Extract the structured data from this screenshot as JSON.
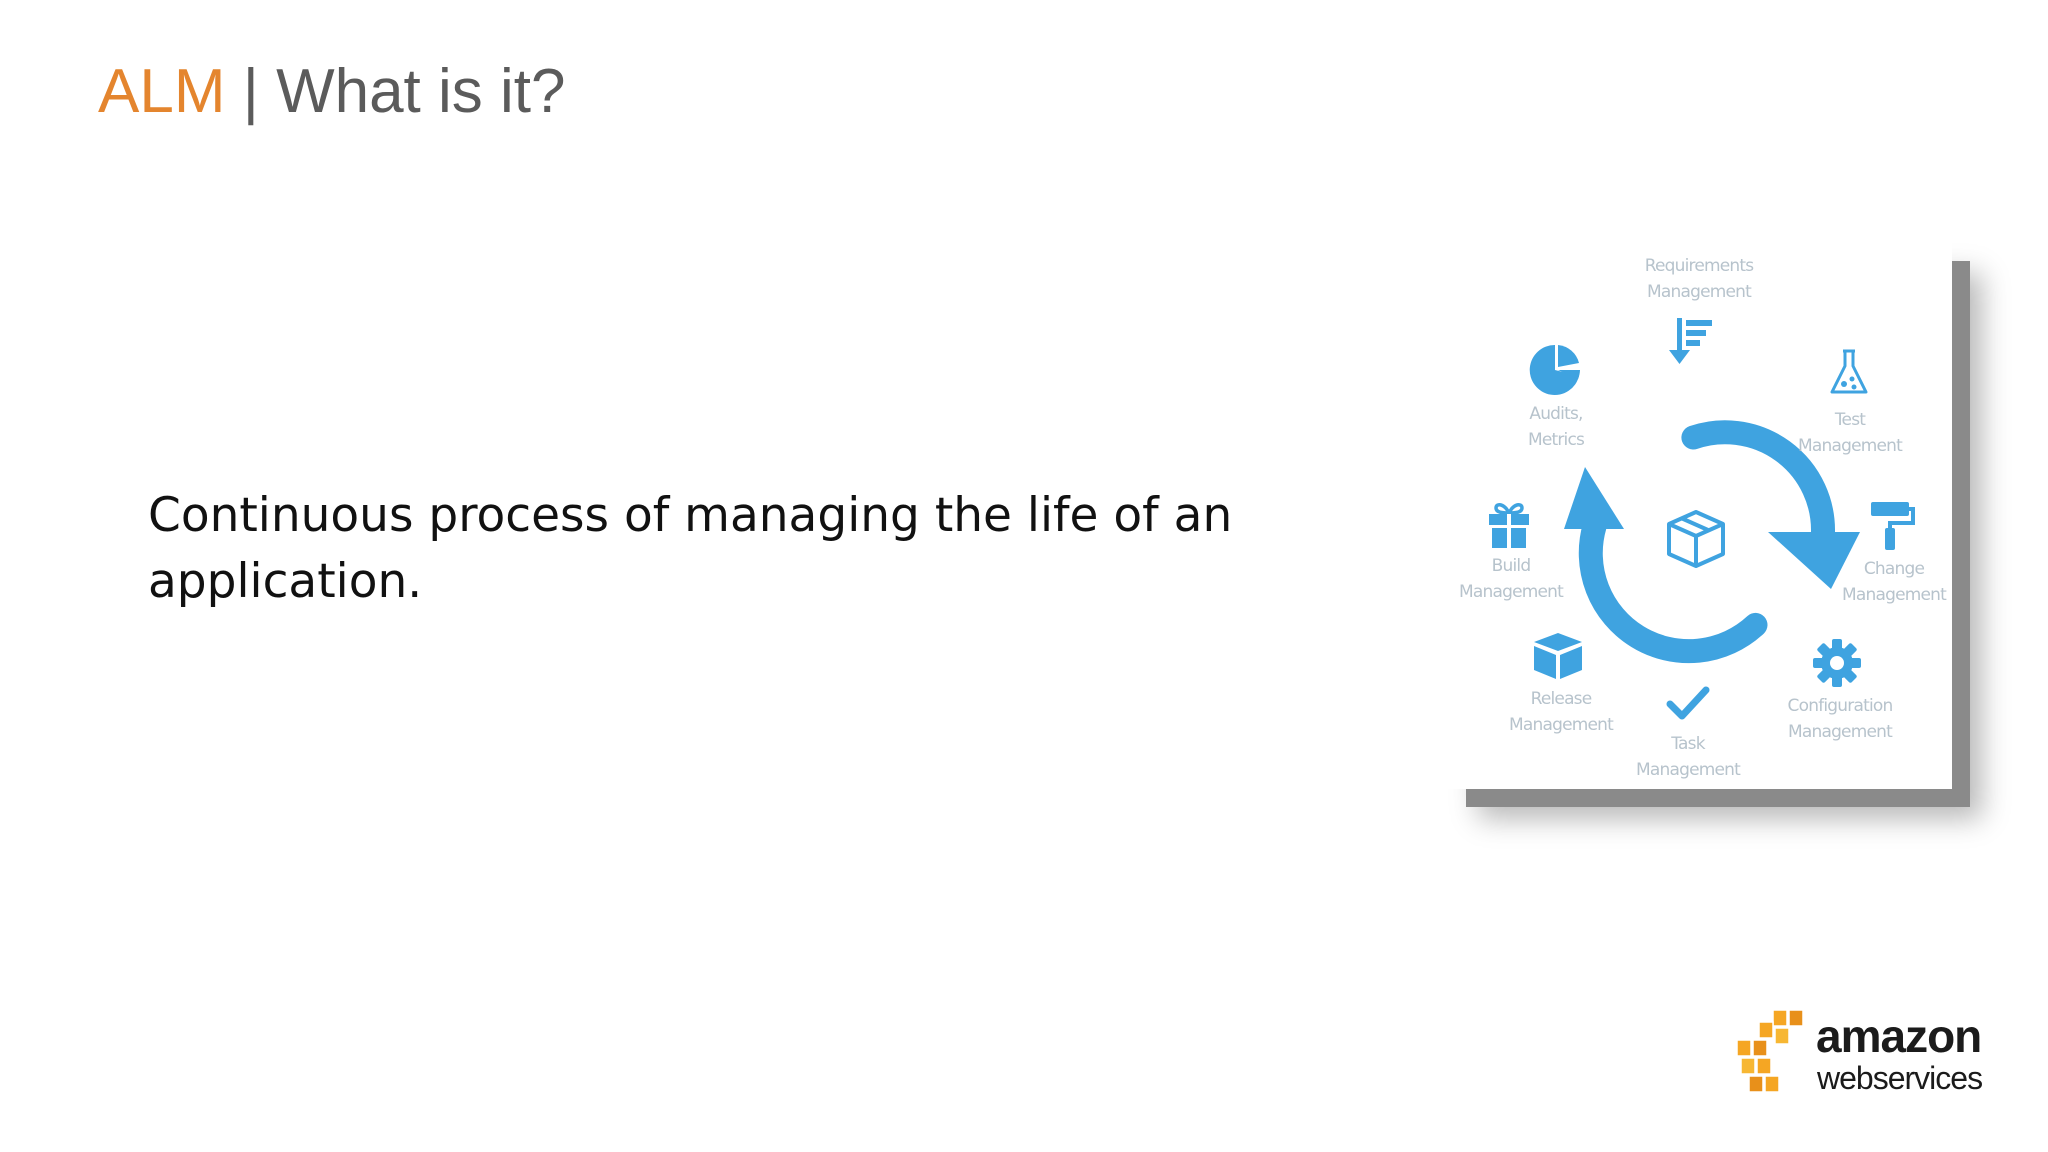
{
  "slide": {
    "title_accent": "ALM",
    "title_separator": "|",
    "title_rest": "What is it?",
    "body": "Continuous process of managing the life of an application."
  },
  "diagram": {
    "center_icon": "package-cube-icon",
    "stages": [
      {
        "line1": "Requirements",
        "line2": "Management",
        "icon": "requirements-icon"
      },
      {
        "line1": "Test",
        "line2": "Management",
        "icon": "flask-icon"
      },
      {
        "line1": "Change",
        "line2": "Management",
        "icon": "paint-roller-icon"
      },
      {
        "line1": "Configuration",
        "line2": "Management",
        "icon": "gear-icon"
      },
      {
        "line1": "Task",
        "line2": "Management",
        "icon": "checkmark-icon"
      },
      {
        "line1": "Release",
        "line2": "Management",
        "icon": "box-icon"
      },
      {
        "line1": "Build",
        "line2": "Management",
        "icon": "gift-icon"
      },
      {
        "line1": "Audits,",
        "line2": "Metrics",
        "icon": "pie-chart-icon"
      }
    ]
  },
  "logo": {
    "word1": "amazon",
    "word2": "webservices"
  },
  "colors": {
    "accent": "#E4852E",
    "title_gray": "#5b5b5b",
    "diagram_blue": "#3FA3E0",
    "label_gray": "#b7c3cc",
    "aws_orange": "#F5A623"
  }
}
